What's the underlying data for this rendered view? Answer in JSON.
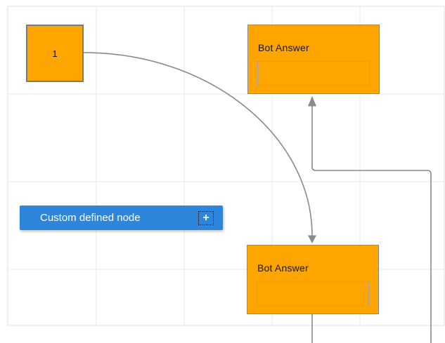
{
  "diagram": {
    "nodes": {
      "start": {
        "label": "1",
        "fill": "#FFA500"
      },
      "bot_answer_top": {
        "title": "Bot Answer",
        "fill": "#FFA500",
        "input_value": ""
      },
      "bot_answer_bottom": {
        "title": "Bot Answer",
        "fill": "#FFA500",
        "input_value": ""
      },
      "custom": {
        "label": "Custom defined node",
        "fill": "#2E86DC",
        "add_icon": "+"
      }
    },
    "connectors": {
      "color": "#8a8a8a",
      "items": [
        "start-to-bot-answer-bottom (curved, arrow down)",
        "offscreen-to-bot-answer-top (elbow, arrow up)",
        "bot-answer-bottom-output (straight down, offscreen)"
      ]
    },
    "grid": {
      "line_color": "#e7e7e7",
      "border_color": "#e0e0e0"
    }
  }
}
